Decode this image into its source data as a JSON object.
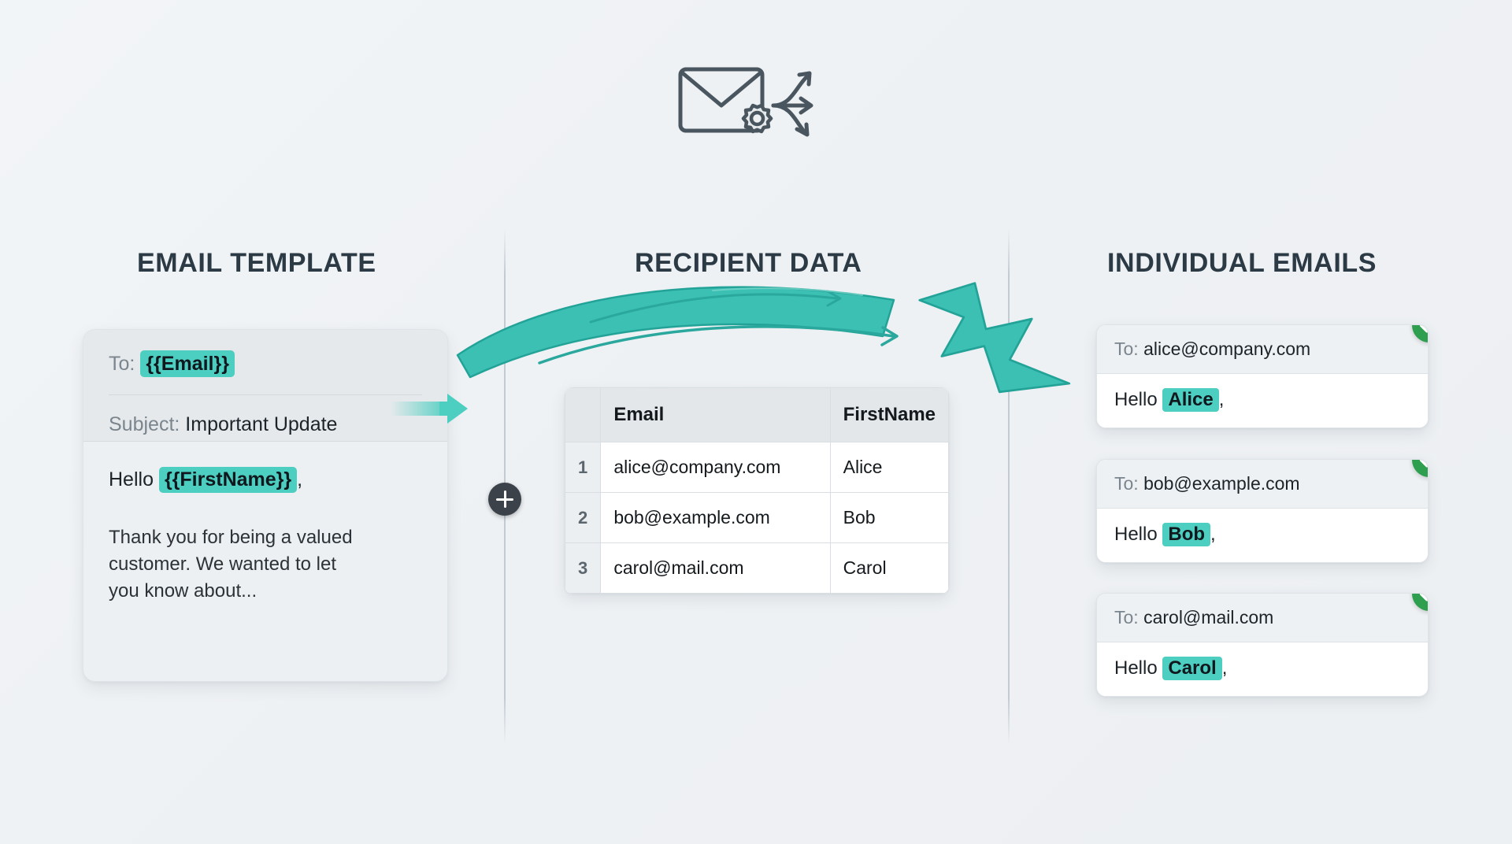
{
  "hero": {
    "icon": "envelope-gear-distribute-icon"
  },
  "columns": {
    "template_title": "EMAIL TEMPLATE",
    "data_title": "RECIPIENT DATA",
    "emails_title": "INDIVIDUAL EMAILS"
  },
  "template": {
    "to_label": "To:",
    "to_value": "{{Email}}",
    "subject_label": "Subject:",
    "subject_value": "Important Update",
    "greeting_prefix": "Hello",
    "greeting_tag": "{{FirstName}}",
    "greeting_suffix": ",",
    "paragraph": "Thank you for being a valued customer. We wanted to let you know about..."
  },
  "connector": {
    "plus_label": "+",
    "icon": "plus-merge-icon"
  },
  "recipient_table": {
    "headers": [
      "",
      "Email",
      "FirstName"
    ],
    "rows": [
      {
        "index": "1",
        "email": "alice@company.com",
        "firstname": "Alice"
      },
      {
        "index": "2",
        "email": "bob@example.com",
        "firstname": "Bob"
      },
      {
        "index": "3",
        "email": "carol@mail.com",
        "firstname": "Carol"
      }
    ]
  },
  "emails": [
    {
      "to_label": "To:",
      "to_value": "alice@company.com",
      "greeting_prefix": "Hello",
      "name": "Alice",
      "greeting_suffix": ",",
      "status_icon": "check-circle-icon"
    },
    {
      "to_label": "To:",
      "to_value": "bob@example.com",
      "greeting_prefix": "Hello",
      "name": "Bob",
      "greeting_suffix": ",",
      "status_icon": "check-circle-icon"
    },
    {
      "to_label": "To:",
      "to_value": "carol@mail.com",
      "greeting_prefix": "Hello",
      "name": "Carol",
      "greeting_suffix": ",",
      "status_icon": "check-circle-icon"
    }
  ],
  "colors": {
    "accent_teal": "#4ccec0",
    "arrow_teal": "#3cc0b4",
    "arrow_teal_dark": "#23a398",
    "success_green": "#2e9e4f",
    "heading": "#2b3a44",
    "background": "#eef1f4"
  }
}
